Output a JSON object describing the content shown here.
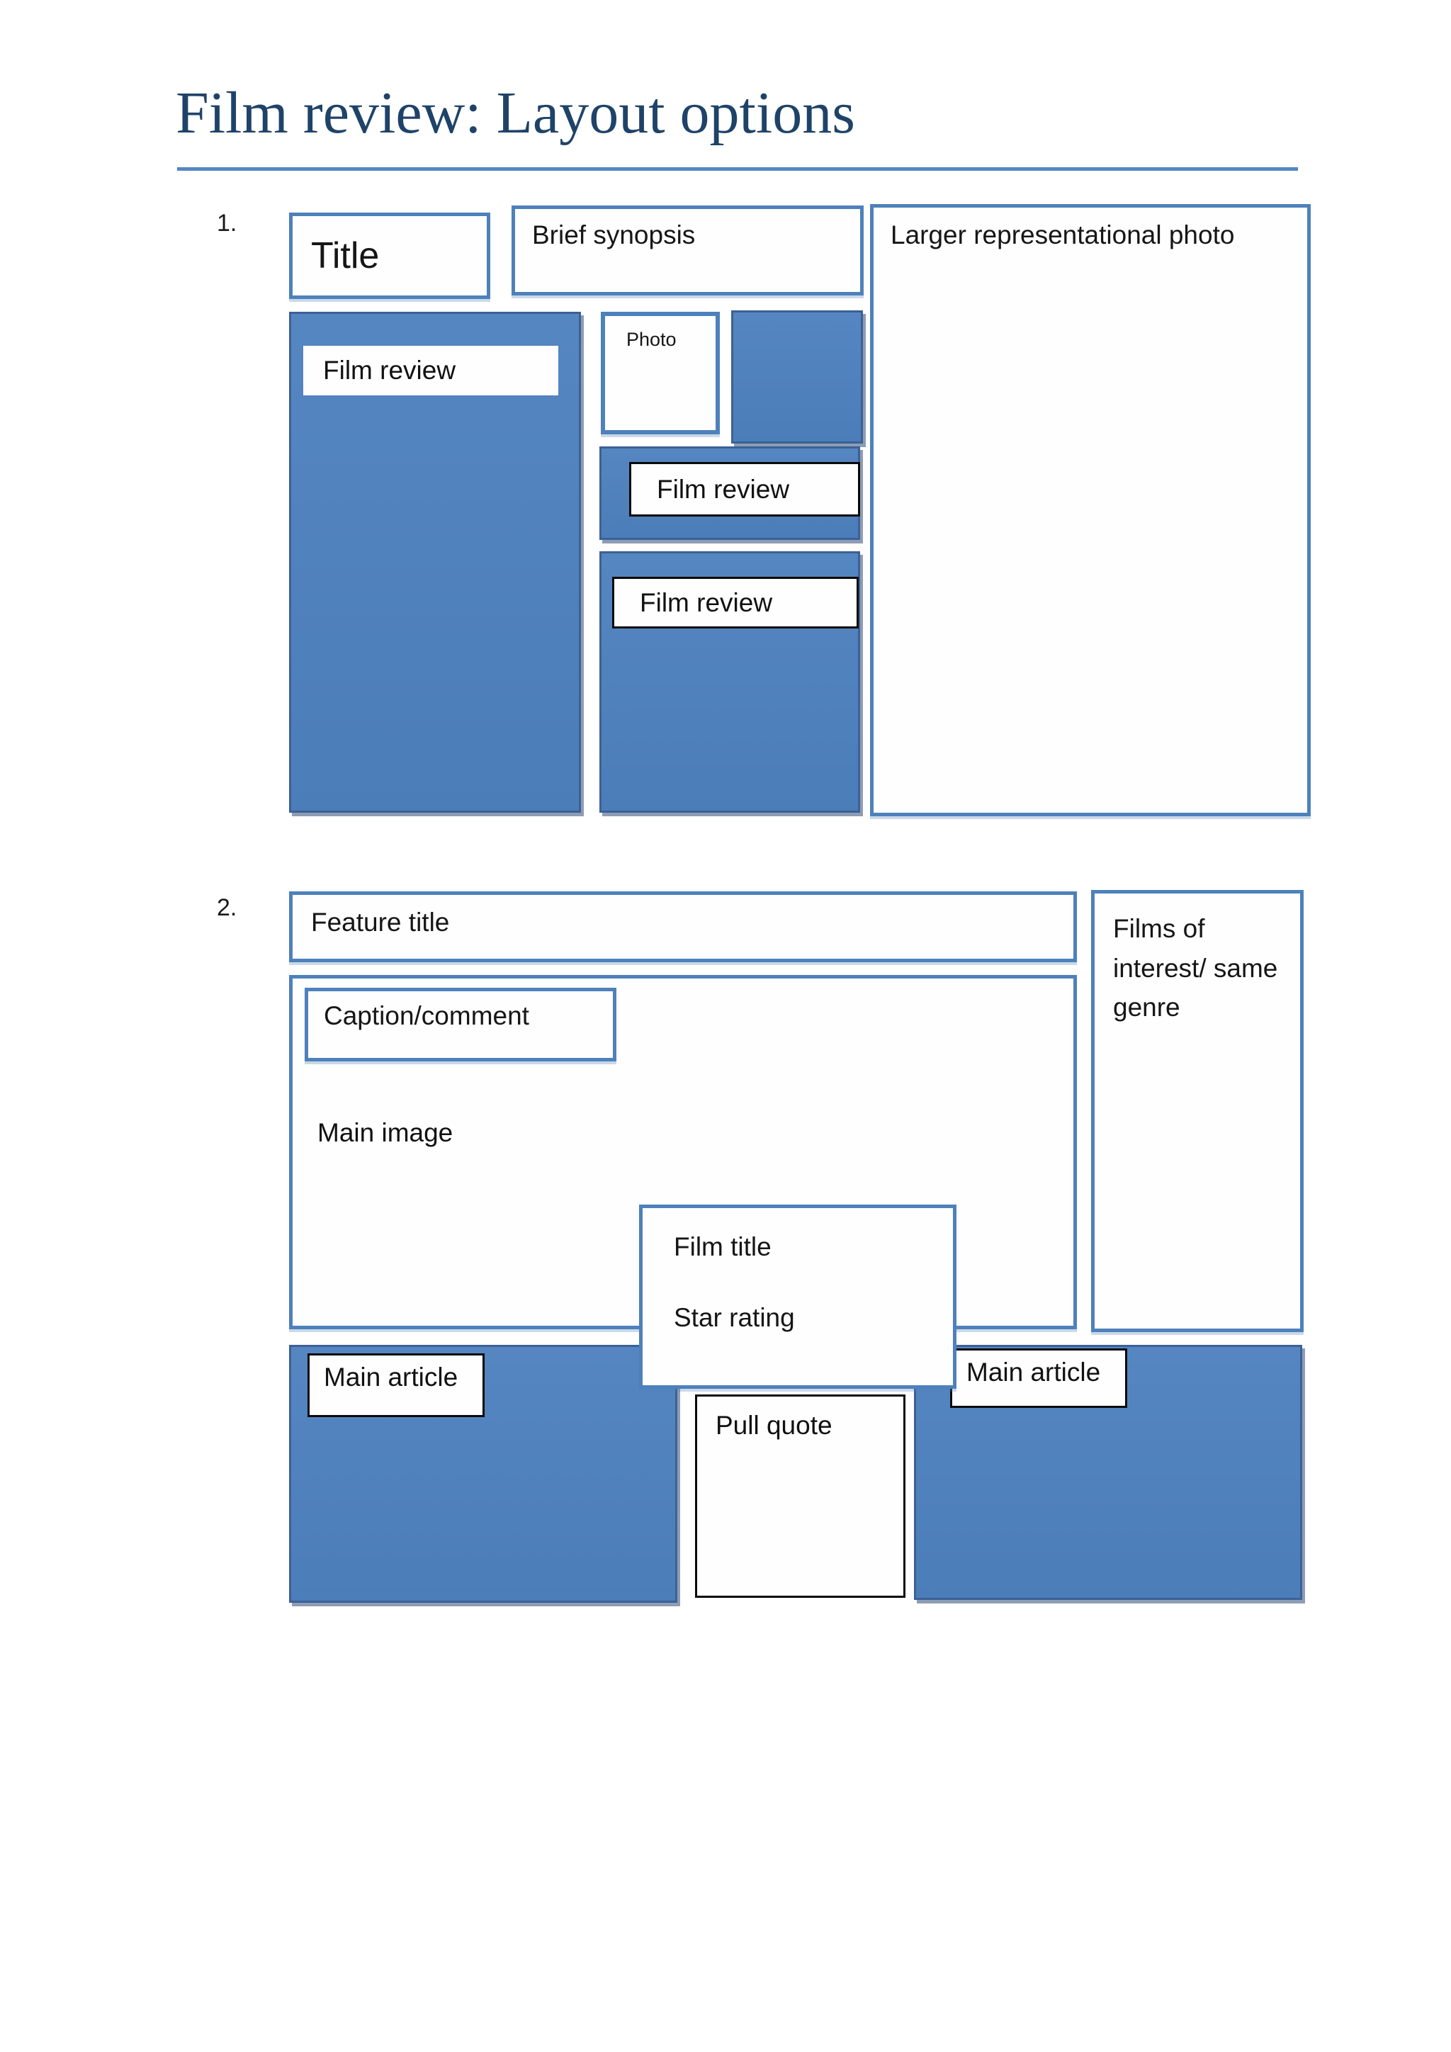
{
  "page": {
    "title": "Film review: Layout options"
  },
  "colors": {
    "accent_blue": "#4f81bd",
    "box_border_blue": "#4e81bb",
    "box_edge_navy": "#2f4d77",
    "title_text_blue": "#1f4368",
    "label_text": "#111111"
  },
  "layout1": {
    "number": "1.",
    "title_label": "Title",
    "synopsis_label": "Brief synopsis",
    "large_photo_label": "Larger representational photo",
    "film_review_label_1": "Film review",
    "photo_label": "Photo",
    "film_review_label_2": "Film review",
    "film_review_label_3": "Film review"
  },
  "layout2": {
    "number": "2.",
    "feature_title_label": "Feature title",
    "films_of_interest_label": "Films of interest/ same genre",
    "caption_label": "Caption/comment",
    "main_image_label": "Main image",
    "film_title_label": "Film title",
    "star_rating_label": "Star rating",
    "main_article_left_label": "Main article",
    "main_article_right_label": "Main article",
    "pull_quote_label": "Pull quote"
  }
}
